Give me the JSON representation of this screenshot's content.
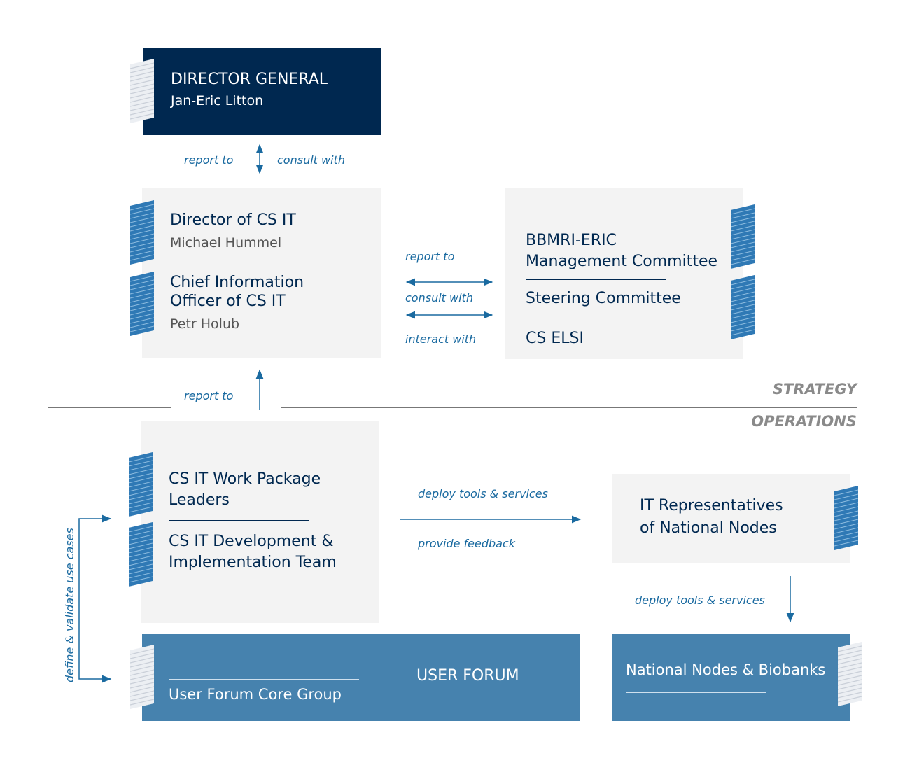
{
  "director_general": {
    "title": "DIRECTOR GENERAL",
    "name": "Jan-Eric Litton"
  },
  "director_cs_it": {
    "title": "Director of CS IT",
    "name": "Michael Hummel"
  },
  "cio": {
    "title_line1": "Chief Information",
    "title_line2": "Officer of CS IT",
    "name": "Petr Holub"
  },
  "committees": {
    "management_line1": "BBMRI-ERIC",
    "management_line2": "Management Committee",
    "steering": "Steering Committee",
    "elsi": "CS ELSI"
  },
  "work_package": {
    "leaders_line1": "CS IT Work Package",
    "leaders_line2": "Leaders",
    "dev_line1": "CS IT Development &",
    "dev_line2": "Implementation Team"
  },
  "it_reps": {
    "line1": "IT Representatives",
    "line2": "of National Nodes"
  },
  "user_forum": {
    "title": "USER FORUM",
    "core": "User Forum Core Group"
  },
  "national_nodes": {
    "title": "National Nodes & Biobanks"
  },
  "sections": {
    "strategy": "STRATEGY",
    "operations": "OPERATIONS"
  },
  "labels": {
    "dg_report": "report to",
    "dg_consult": "consult with",
    "mid_report": "report to",
    "mid_consult": "consult with",
    "mid_interact": "interact with",
    "ops_report": "report to",
    "deploy": "deploy tools & services",
    "feedback": "provide feedback",
    "deploy_down": "deploy tools & services",
    "define": "define & validate use cases"
  },
  "colors": {
    "dark_navy": "#002850",
    "light_box": "#f3f3f3",
    "mid_blue": "#4682ae",
    "label_blue": "#1a6aa0",
    "stripe_blue": "#2f79b5",
    "section_gray": "#8a8a8a"
  }
}
